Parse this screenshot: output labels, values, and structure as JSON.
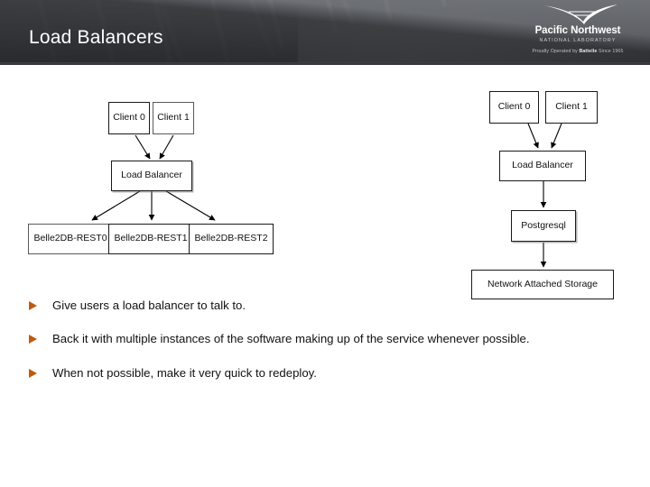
{
  "header": {
    "title": "Load Balancers",
    "logo": {
      "name": "Pacific Northwest",
      "subtitle": "NATIONAL LABORATORY",
      "tagline_prefix": "Proudly Operated by ",
      "tagline_brand": "Battelle",
      "tagline_suffix": " Since 1965",
      "mark": "pnnl-swoosh-icon"
    },
    "colors": {
      "banner_top": "#6e7176",
      "banner_bottom": "#4b4e53",
      "title_text": "#ffffff"
    }
  },
  "diagram_left": {
    "name": "load-balanced-rest-services",
    "nodes": [
      {
        "id": "client0",
        "label": "Client 0"
      },
      {
        "id": "client1",
        "label": "Client 1"
      },
      {
        "id": "lb",
        "label": "Load Balancer"
      },
      {
        "id": "rest0",
        "label": "Belle2DB-REST0"
      },
      {
        "id": "rest1",
        "label": "Belle2DB-REST1"
      },
      {
        "id": "rest2",
        "label": "Belle2DB-REST2"
      }
    ],
    "edges": [
      {
        "from": "client0",
        "to": "lb"
      },
      {
        "from": "client1",
        "to": "lb"
      },
      {
        "from": "lb",
        "to": "rest0"
      },
      {
        "from": "lb",
        "to": "rest1"
      },
      {
        "from": "lb",
        "to": "rest2"
      }
    ]
  },
  "diagram_right": {
    "name": "single-database-backend",
    "nodes": [
      {
        "id": "client0",
        "label": "Client 0"
      },
      {
        "id": "client1",
        "label": "Client 1"
      },
      {
        "id": "lb",
        "label": "Load Balancer"
      },
      {
        "id": "pg",
        "label": "Postgresql"
      },
      {
        "id": "nas",
        "label": "Network Attached Storage"
      }
    ],
    "edges": [
      {
        "from": "client0",
        "to": "lb"
      },
      {
        "from": "client1",
        "to": "lb"
      },
      {
        "from": "lb",
        "to": "pg"
      },
      {
        "from": "pg",
        "to": "nas"
      }
    ]
  },
  "bullets": {
    "marker_color": "#bf5b10",
    "items": [
      {
        "text": "Give users a load balancer to talk to."
      },
      {
        "text": "Back it with multiple instances of the software making up of the service whenever possible."
      },
      {
        "text": "When not possible, make it very quick to redeploy."
      }
    ]
  }
}
